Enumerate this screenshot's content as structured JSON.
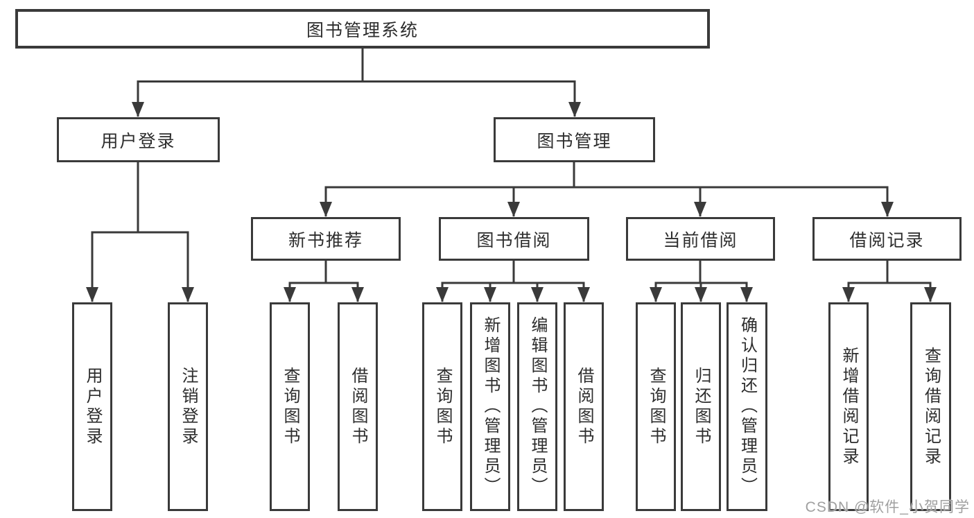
{
  "tree": {
    "root": {
      "label": "图书管理系统",
      "children": [
        {
          "label": "用户登录",
          "children": [
            {
              "label": "用户登录"
            },
            {
              "label": "注销登录"
            }
          ]
        },
        {
          "label": "图书管理",
          "children": [
            {
              "label": "新书推荐",
              "children": [
                {
                  "label": "查询图书"
                },
                {
                  "label": "借阅图书"
                }
              ]
            },
            {
              "label": "图书借阅",
              "children": [
                {
                  "label": "查询图书"
                },
                {
                  "label": "新增图书（管理员）"
                },
                {
                  "label": "编辑图书（管理员）"
                },
                {
                  "label": "借阅图书"
                }
              ]
            },
            {
              "label": "当前借阅",
              "children": [
                {
                  "label": "查询图书"
                },
                {
                  "label": "归还图书"
                },
                {
                  "label": "确认归还（管理员）"
                }
              ]
            },
            {
              "label": "借阅记录",
              "children": [
                {
                  "label": "新增借阅记录"
                },
                {
                  "label": "查询借阅记录"
                }
              ]
            }
          ]
        }
      ]
    }
  },
  "watermark": {
    "text": "CSDN @软件_小贺同学"
  },
  "colors": {
    "line": "#3a3a3a",
    "text": "#2d2d2d",
    "box_background": "#ffffff",
    "watermark": "#a0a0a0"
  }
}
